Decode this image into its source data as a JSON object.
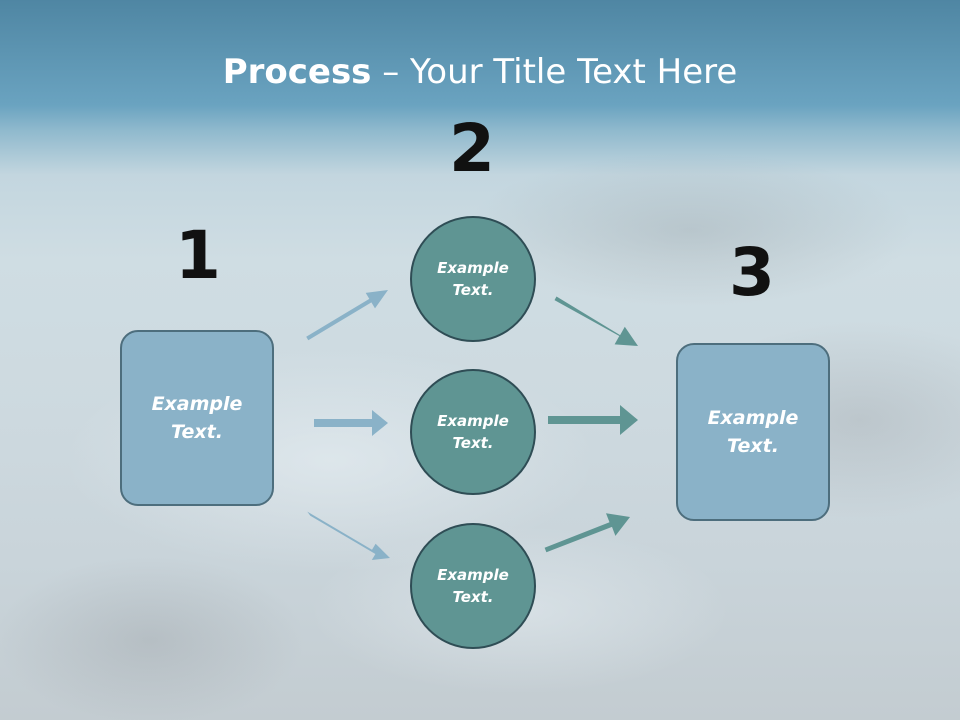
{
  "title": {
    "bold": "Process",
    "rest": " – Your Title Text Here"
  },
  "steps": {
    "one": "1",
    "two": "2",
    "three": "3"
  },
  "left_box": {
    "text": "Example Text."
  },
  "right_box": {
    "text": "Example Text."
  },
  "circles": [
    {
      "text": "Example Text."
    },
    {
      "text": "Example Text."
    },
    {
      "text": "Example Text."
    }
  ],
  "colors": {
    "box_fill": "#8ab2c8",
    "circle_fill": "#5f9593",
    "arrow_light": "#8ab2c8",
    "arrow_dark": "#5f9593"
  }
}
